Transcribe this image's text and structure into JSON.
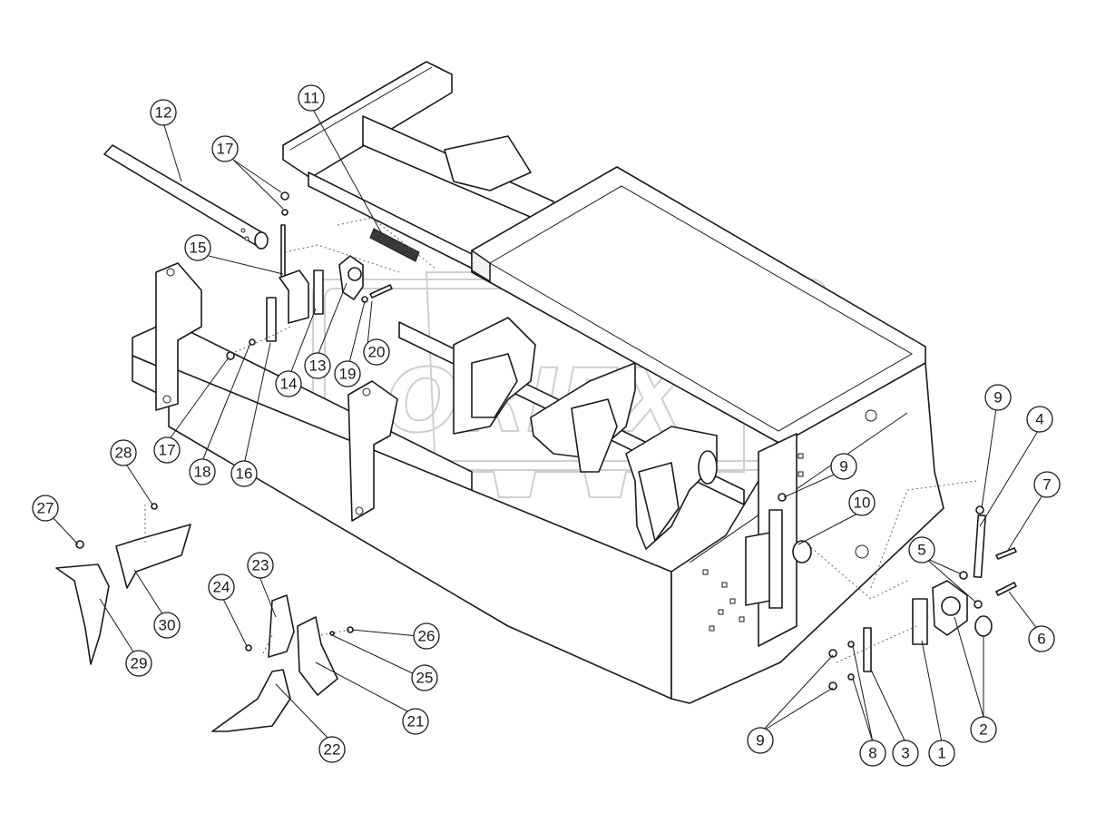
{
  "watermark": {
    "text": "ORIEX"
  },
  "callouts": [
    {
      "label": "1"
    },
    {
      "label": "2"
    },
    {
      "label": "3"
    },
    {
      "label": "4"
    },
    {
      "label": "5"
    },
    {
      "label": "6"
    },
    {
      "label": "7"
    },
    {
      "label": "8"
    },
    {
      "label": "9"
    },
    {
      "label": "9"
    },
    {
      "label": "9"
    },
    {
      "label": "10"
    },
    {
      "label": "11"
    },
    {
      "label": "12"
    },
    {
      "label": "13"
    },
    {
      "label": "14"
    },
    {
      "label": "15"
    },
    {
      "label": "16"
    },
    {
      "label": "17"
    },
    {
      "label": "17"
    },
    {
      "label": "18"
    },
    {
      "label": "19"
    },
    {
      "label": "20"
    },
    {
      "label": "21"
    },
    {
      "label": "22"
    },
    {
      "label": "23"
    },
    {
      "label": "24"
    },
    {
      "label": "25"
    },
    {
      "label": "26"
    },
    {
      "label": "27"
    },
    {
      "label": "28"
    },
    {
      "label": "29"
    },
    {
      "label": "30"
    }
  ]
}
